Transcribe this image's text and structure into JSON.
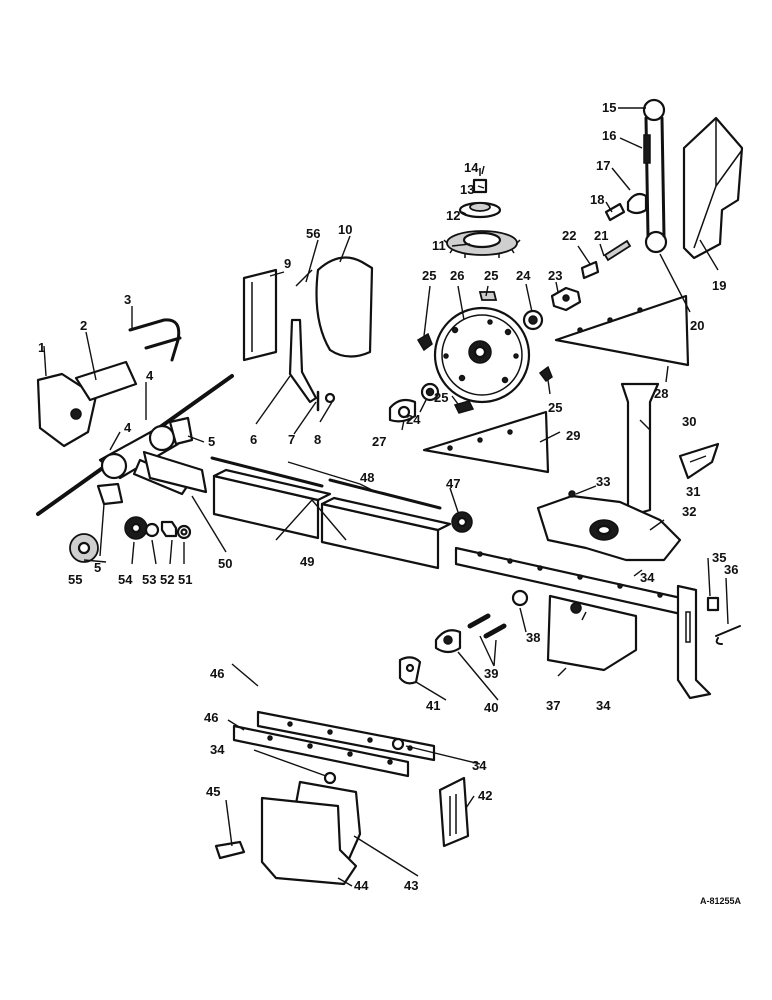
{
  "drawing_code": "A-81255A",
  "callouts": [
    "1",
    "2",
    "3",
    "4",
    "5",
    "6",
    "7",
    "8",
    "9",
    "10",
    "11",
    "12",
    "13",
    "14",
    "15",
    "16",
    "17",
    "18",
    "19",
    "20",
    "21",
    "22",
    "23",
    "24",
    "25",
    "26",
    "27",
    "28",
    "29",
    "30",
    "31",
    "32",
    "33",
    "34",
    "35",
    "36",
    "37",
    "38",
    "39",
    "40",
    "41",
    "42",
    "43",
    "44",
    "45",
    "46",
    "47",
    "48",
    "49",
    "50",
    "51",
    "52",
    "53",
    "54",
    "55",
    "56"
  ]
}
